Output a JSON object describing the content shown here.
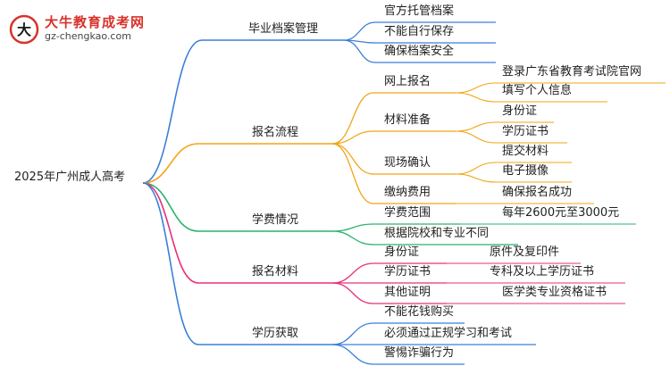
{
  "brand": {
    "site_name": "大牛教育成考网",
    "url": "gz-chengkao.com",
    "colors": {
      "brand_red": "#d8322a",
      "blue": "#3b7fd9",
      "orange": "#f2a516",
      "green": "#27b36b",
      "pink": "#e8307a"
    }
  },
  "root": {
    "label": "2025年广州成人高考"
  },
  "branches": [
    {
      "label": "毕业档案管理",
      "color": "#3b7fd9",
      "children": [
        {
          "label": "官方托管档案"
        },
        {
          "label": "不能自行保存"
        },
        {
          "label": "确保档案安全"
        }
      ]
    },
    {
      "label": "报名流程",
      "color": "#f2a516",
      "children": [
        {
          "label": "网上报名",
          "children": [
            "登录广东省教育考试院官网",
            "填写个人信息"
          ]
        },
        {
          "label": "材料准备",
          "children": [
            "身份证",
            "学历证书"
          ]
        },
        {
          "label": "现场确认",
          "children": [
            "提交材料",
            "电子摄像"
          ]
        },
        {
          "label": "缴纳费用",
          "children": [
            "确保报名成功"
          ]
        }
      ]
    },
    {
      "label": "学费情况",
      "color": "#27b36b",
      "children": [
        {
          "label": "学费范围",
          "children": [
            "每年2600元至3000元"
          ]
        },
        {
          "label": "根据院校和专业不同"
        }
      ]
    },
    {
      "label": "报名材料",
      "color": "#e8307a",
      "children": [
        {
          "label": "身份证",
          "children": [
            "原件及复印件"
          ]
        },
        {
          "label": "学历证书",
          "children": [
            "专科及以上学历证书"
          ]
        },
        {
          "label": "其他证明",
          "children": [
            "医学类专业资格证书"
          ]
        }
      ]
    },
    {
      "label": "学历获取",
      "color": "#3b7fd9",
      "children": [
        {
          "label": "不能花钱购买"
        },
        {
          "label": "必须通过正规学习和考试"
        },
        {
          "label": "警惕诈骗行为"
        }
      ]
    }
  ]
}
